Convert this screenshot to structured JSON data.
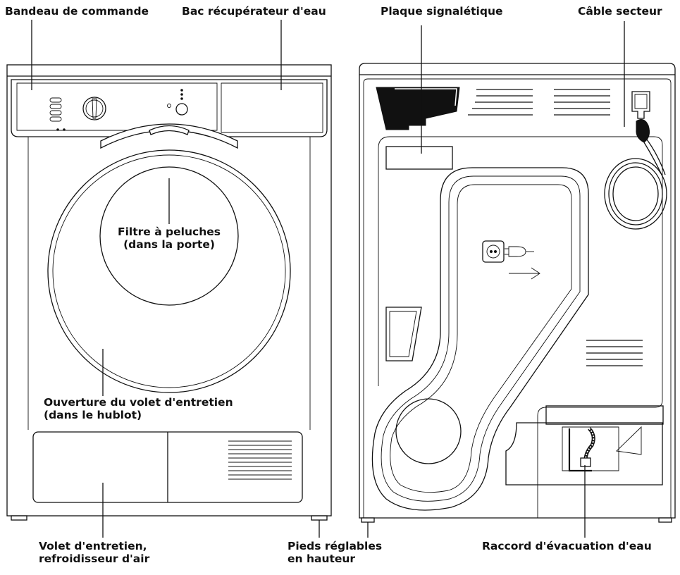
{
  "labels": {
    "control_panel": "Bandeau de commande",
    "water_tank": "Bac récupérateur d'eau",
    "rating_plate": "Plaque signalétique",
    "power_cable": "Câble secteur",
    "lint_filter_l1": "Filtre à peluches",
    "lint_filter_l2": "(dans la porte)",
    "service_opening_l1": "Ouverture du volet d'entretien",
    "service_opening_l2": "(dans le hublot)",
    "service_flap_l1": "Volet d'entretien,",
    "service_flap_l2": "refroidisseur d'air",
    "adjustable_feet_l1": "Pieds réglables",
    "adjustable_feet_l2": "en hauteur",
    "drain_connection": "Raccord d'évacuation d'eau"
  }
}
